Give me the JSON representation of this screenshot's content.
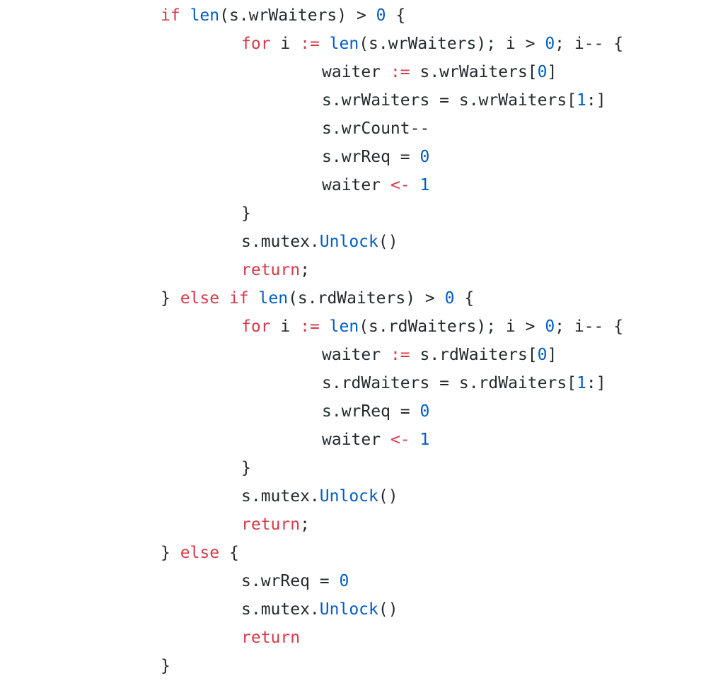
{
  "code": {
    "lines": [
      {
        "indent": 1,
        "tokens": [
          {
            "t": "kw",
            "v": "if"
          },
          {
            "t": "plain",
            "v": " "
          },
          {
            "t": "fn",
            "v": "len"
          },
          {
            "t": "plain",
            "v": "(s.wrWaiters) > "
          },
          {
            "t": "num",
            "v": "0"
          },
          {
            "t": "plain",
            "v": " {"
          }
        ]
      },
      {
        "indent": 2,
        "tokens": [
          {
            "t": "kw",
            "v": "for"
          },
          {
            "t": "plain",
            "v": " i "
          },
          {
            "t": "op",
            "v": ":="
          },
          {
            "t": "plain",
            "v": " "
          },
          {
            "t": "fn",
            "v": "len"
          },
          {
            "t": "plain",
            "v": "(s.wrWaiters); i > "
          },
          {
            "t": "num",
            "v": "0"
          },
          {
            "t": "plain",
            "v": "; i-- {"
          }
        ]
      },
      {
        "indent": 3,
        "tokens": [
          {
            "t": "plain",
            "v": "waiter "
          },
          {
            "t": "op",
            "v": ":="
          },
          {
            "t": "plain",
            "v": " s.wrWaiters["
          },
          {
            "t": "num",
            "v": "0"
          },
          {
            "t": "plain",
            "v": "]"
          }
        ]
      },
      {
        "indent": 3,
        "tokens": [
          {
            "t": "plain",
            "v": "s.wrWaiters = s.wrWaiters["
          },
          {
            "t": "num",
            "v": "1"
          },
          {
            "t": "plain",
            "v": ":]"
          }
        ]
      },
      {
        "indent": 3,
        "tokens": [
          {
            "t": "plain",
            "v": "s.wrCount--"
          }
        ]
      },
      {
        "indent": 3,
        "tokens": [
          {
            "t": "plain",
            "v": "s.wrReq = "
          },
          {
            "t": "num",
            "v": "0"
          }
        ]
      },
      {
        "indent": 3,
        "tokens": [
          {
            "t": "plain",
            "v": "waiter "
          },
          {
            "t": "op",
            "v": "<-"
          },
          {
            "t": "plain",
            "v": " "
          },
          {
            "t": "num",
            "v": "1"
          }
        ]
      },
      {
        "indent": 2,
        "tokens": [
          {
            "t": "plain",
            "v": "}"
          }
        ]
      },
      {
        "indent": 2,
        "tokens": [
          {
            "t": "plain",
            "v": "s.mutex."
          },
          {
            "t": "fn",
            "v": "Unlock"
          },
          {
            "t": "plain",
            "v": "()"
          }
        ]
      },
      {
        "indent": 2,
        "tokens": [
          {
            "t": "kw",
            "v": "return"
          },
          {
            "t": "plain",
            "v": ";"
          }
        ]
      },
      {
        "indent": 1,
        "tokens": [
          {
            "t": "plain",
            "v": "} "
          },
          {
            "t": "kw",
            "v": "else"
          },
          {
            "t": "plain",
            "v": " "
          },
          {
            "t": "kw",
            "v": "if"
          },
          {
            "t": "plain",
            "v": " "
          },
          {
            "t": "fn",
            "v": "len"
          },
          {
            "t": "plain",
            "v": "(s.rdWaiters) > "
          },
          {
            "t": "num",
            "v": "0"
          },
          {
            "t": "plain",
            "v": " {"
          }
        ]
      },
      {
        "indent": 2,
        "tokens": [
          {
            "t": "kw",
            "v": "for"
          },
          {
            "t": "plain",
            "v": " i "
          },
          {
            "t": "op",
            "v": ":="
          },
          {
            "t": "plain",
            "v": " "
          },
          {
            "t": "fn",
            "v": "len"
          },
          {
            "t": "plain",
            "v": "(s.rdWaiters); i > "
          },
          {
            "t": "num",
            "v": "0"
          },
          {
            "t": "plain",
            "v": "; i-- {"
          }
        ]
      },
      {
        "indent": 3,
        "tokens": [
          {
            "t": "plain",
            "v": "waiter "
          },
          {
            "t": "op",
            "v": ":="
          },
          {
            "t": "plain",
            "v": " s.rdWaiters["
          },
          {
            "t": "num",
            "v": "0"
          },
          {
            "t": "plain",
            "v": "]"
          }
        ]
      },
      {
        "indent": 3,
        "tokens": [
          {
            "t": "plain",
            "v": "s.rdWaiters = s.rdWaiters["
          },
          {
            "t": "num",
            "v": "1"
          },
          {
            "t": "plain",
            "v": ":]"
          }
        ]
      },
      {
        "indent": 3,
        "tokens": [
          {
            "t": "plain",
            "v": "s.wrReq = "
          },
          {
            "t": "num",
            "v": "0"
          }
        ]
      },
      {
        "indent": 3,
        "tokens": [
          {
            "t": "plain",
            "v": "waiter "
          },
          {
            "t": "op",
            "v": "<-"
          },
          {
            "t": "plain",
            "v": " "
          },
          {
            "t": "num",
            "v": "1"
          }
        ]
      },
      {
        "indent": 2,
        "tokens": [
          {
            "t": "plain",
            "v": "}"
          }
        ]
      },
      {
        "indent": 2,
        "tokens": [
          {
            "t": "plain",
            "v": "s.mutex."
          },
          {
            "t": "fn",
            "v": "Unlock"
          },
          {
            "t": "plain",
            "v": "()"
          }
        ]
      },
      {
        "indent": 2,
        "tokens": [
          {
            "t": "kw",
            "v": "return"
          },
          {
            "t": "plain",
            "v": ";"
          }
        ]
      },
      {
        "indent": 1,
        "tokens": [
          {
            "t": "plain",
            "v": "} "
          },
          {
            "t": "kw",
            "v": "else"
          },
          {
            "t": "plain",
            "v": " {"
          }
        ]
      },
      {
        "indent": 2,
        "tokens": [
          {
            "t": "plain",
            "v": "s.wrReq = "
          },
          {
            "t": "num",
            "v": "0"
          }
        ]
      },
      {
        "indent": 2,
        "tokens": [
          {
            "t": "plain",
            "v": "s.mutex."
          },
          {
            "t": "fn",
            "v": "Unlock"
          },
          {
            "t": "plain",
            "v": "()"
          }
        ]
      },
      {
        "indent": 2,
        "tokens": [
          {
            "t": "kw",
            "v": "return"
          }
        ]
      },
      {
        "indent": 1,
        "tokens": [
          {
            "t": "plain",
            "v": "}"
          }
        ]
      }
    ]
  }
}
